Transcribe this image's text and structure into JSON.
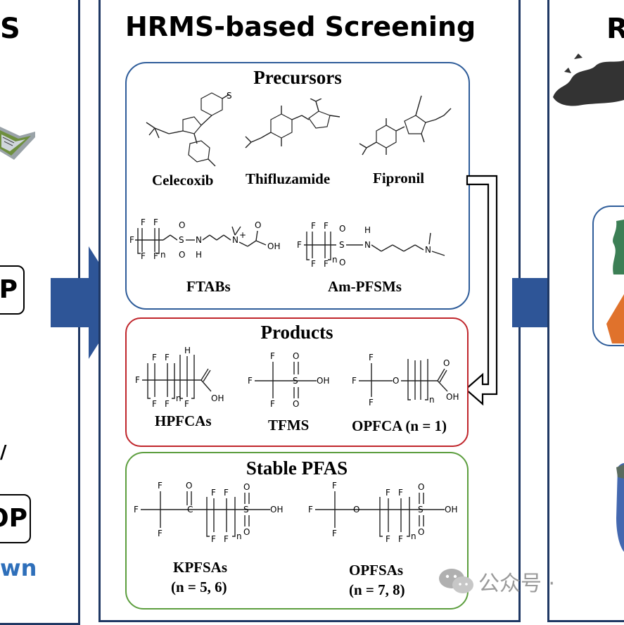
{
  "left_panel": {
    "heading_fragment": "S",
    "pill_top_text": "P",
    "pill_bottom_text": "OP",
    "blue_text_fragment": "wn",
    "slash_fragment": "/"
  },
  "center_panel": {
    "heading": "HRMS-based Screening",
    "precursors": {
      "title": "Precursors",
      "compounds": [
        "Celecoxib",
        "Thifluzamide",
        "Fipronil",
        "FTABs",
        "Am-PFSMs"
      ]
    },
    "products": {
      "title": "Products",
      "compounds": [
        "HPFCAs",
        "TFMS",
        "OPFCA (n = 1)"
      ]
    },
    "stable": {
      "title": "Stable PFAS",
      "compounds": [
        {
          "name": "KPFSAs",
          "note": "(n = 5, 6)"
        },
        {
          "name": "OPFSAs",
          "note": "(n = 7, 8)"
        }
      ]
    }
  },
  "right_panel": {
    "heading_fragment": "R"
  },
  "watermark": {
    "text": "公众号 · ",
    "icon": "wechat-icon"
  },
  "colors": {
    "panel_border": "#1f3864",
    "arrow_blue": "#2e5597",
    "precursor_border": "#2f5d9a",
    "product_border": "#c0262c",
    "stable_border": "#5c9e3e",
    "blue_text": "#2e6fba"
  }
}
